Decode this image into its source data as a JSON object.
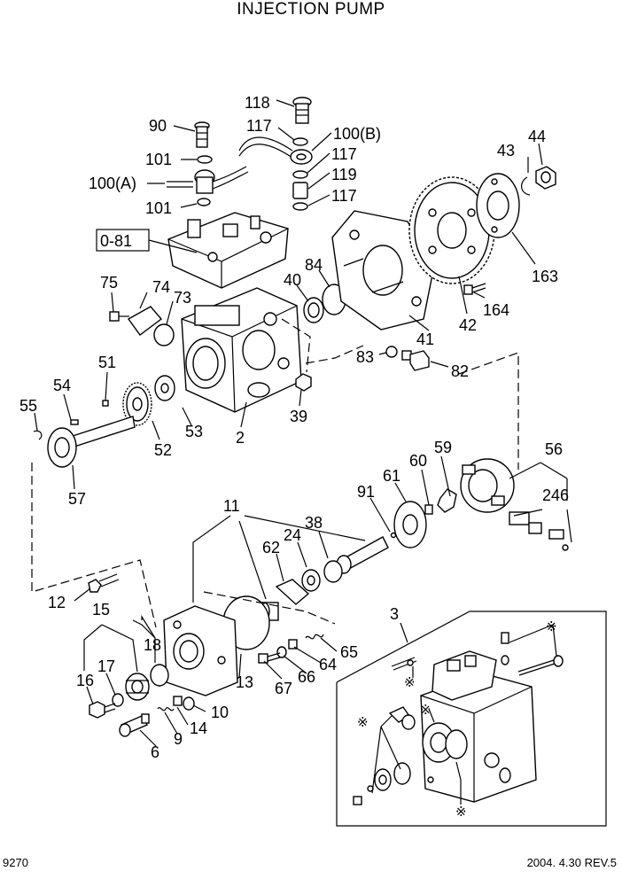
{
  "title": "INJECTION PUMP",
  "page_number": "9270",
  "revision": "2004. 4.30 REV.5",
  "callouts": {
    "c118": "118",
    "c90": "90",
    "c117a": "117",
    "c100b": "100(B)",
    "c101a": "101",
    "c117b": "117",
    "c100a": "100(A)",
    "c119": "119",
    "c117c": "117",
    "c101b": "101",
    "c081": "0-81",
    "c43": "43",
    "c44": "44",
    "c163": "163",
    "c164": "164",
    "c42": "42",
    "c41": "41",
    "c40": "40",
    "c84": "84",
    "c75": "75",
    "c74": "74",
    "c73": "73",
    "c83": "83",
    "c82": "82",
    "c51": "51",
    "c54": "54",
    "c55": "55",
    "c53": "53",
    "c52": "52",
    "c2": "2",
    "c39": "39",
    "c57": "57",
    "c59": "59",
    "c56": "56",
    "c60": "60",
    "c61": "61",
    "c91": "91",
    "c246": "246",
    "c11": "11",
    "c38": "38",
    "c24": "24",
    "c62": "62",
    "c12": "12",
    "c15": "15",
    "c18": "18",
    "c17": "17",
    "c16": "16",
    "c13": "13",
    "c65": "65",
    "c64": "64",
    "c66": "66",
    "c67": "67",
    "c10": "10",
    "c14": "14",
    "c9": "9",
    "c6": "6",
    "c3": "3"
  },
  "kit_mark": "※"
}
